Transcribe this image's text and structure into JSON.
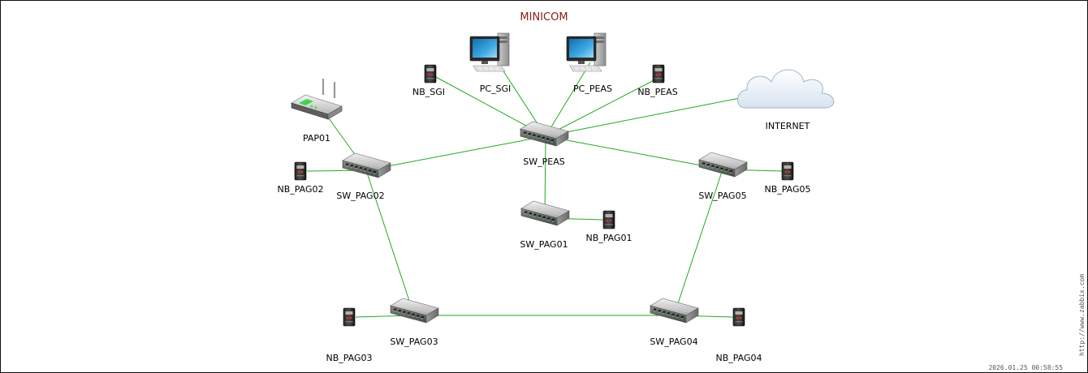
{
  "map": {
    "title": "MINICOM",
    "timestamp": "2026.01.25 00:58:55",
    "watermark": "http://www.zabbix.com"
  },
  "colors": {
    "link": "#22aa22",
    "title": "#8b1a1a",
    "background": "#ffffff",
    "border": "#111111"
  },
  "nodes": [
    {
      "id": "sw_peas",
      "label": "SW_PEAS",
      "type": "switch-icon"
    },
    {
      "id": "pc_sgi",
      "label": "PC_SGI",
      "type": "desktop-computer-icon"
    },
    {
      "id": "pc_peas",
      "label": "PC_PEAS",
      "type": "desktop-computer-icon"
    },
    {
      "id": "nb_sgi",
      "label": "NB_SGI",
      "type": "notebook-icon"
    },
    {
      "id": "nb_peas",
      "label": "NB_PEAS",
      "type": "notebook-icon"
    },
    {
      "id": "internet",
      "label": "INTERNET",
      "type": "cloud-icon"
    },
    {
      "id": "pap01",
      "label": "PAP01",
      "type": "wireless-router-icon"
    },
    {
      "id": "sw_pag02",
      "label": "SW_PAG02",
      "type": "switch-icon"
    },
    {
      "id": "nb_pag02",
      "label": "NB_PAG02",
      "type": "notebook-icon"
    },
    {
      "id": "sw_pag01",
      "label": "SW_PAG01",
      "type": "switch-icon"
    },
    {
      "id": "nb_pag01",
      "label": "NB_PAG01",
      "type": "notebook-icon"
    },
    {
      "id": "sw_pag05",
      "label": "SW_PAG05",
      "type": "switch-icon"
    },
    {
      "id": "nb_pag05",
      "label": "NB_PAG05",
      "type": "notebook-icon"
    },
    {
      "id": "sw_pag03",
      "label": "SW_PAG03",
      "type": "switch-icon"
    },
    {
      "id": "nb_pag03",
      "label": "NB_PAG03",
      "type": "notebook-icon"
    },
    {
      "id": "sw_pag04",
      "label": "SW_PAG04",
      "type": "switch-icon"
    },
    {
      "id": "nb_pag04",
      "label": "NB_PAG04",
      "type": "notebook-icon"
    }
  ],
  "links": [
    {
      "from": "sw_peas",
      "to": "nb_sgi"
    },
    {
      "from": "sw_peas",
      "to": "pc_sgi"
    },
    {
      "from": "sw_peas",
      "to": "pc_peas"
    },
    {
      "from": "sw_peas",
      "to": "nb_peas"
    },
    {
      "from": "sw_peas",
      "to": "internet"
    },
    {
      "from": "sw_peas",
      "to": "sw_pag02"
    },
    {
      "from": "sw_peas",
      "to": "sw_pag05"
    },
    {
      "from": "sw_peas",
      "to": "sw_pag01"
    },
    {
      "from": "sw_pag02",
      "to": "pap01"
    },
    {
      "from": "sw_pag02",
      "to": "nb_pag02"
    },
    {
      "from": "sw_pag02",
      "to": "sw_pag03"
    },
    {
      "from": "sw_pag01",
      "to": "nb_pag01"
    },
    {
      "from": "sw_pag05",
      "to": "nb_pag05"
    },
    {
      "from": "sw_pag05",
      "to": "sw_pag04"
    },
    {
      "from": "sw_pag03",
      "to": "nb_pag03"
    },
    {
      "from": "sw_pag03",
      "to": "sw_pag04"
    },
    {
      "from": "sw_pag04",
      "to": "nb_pag04"
    }
  ]
}
